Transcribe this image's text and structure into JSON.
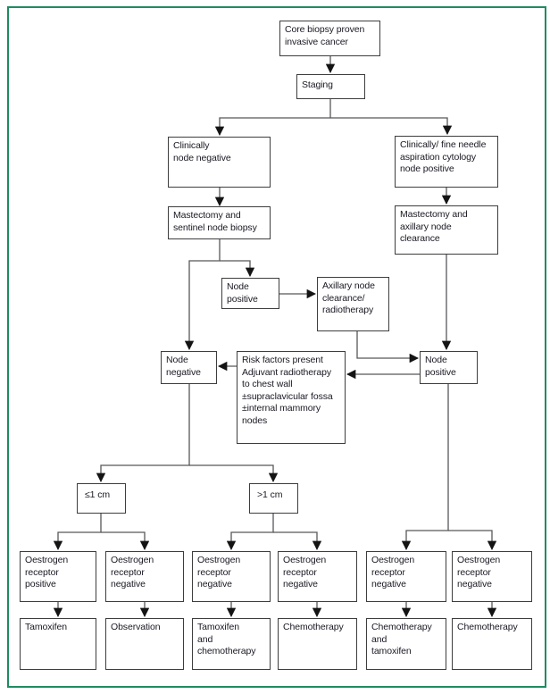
{
  "diagram": {
    "type": "flowchart",
    "description": "Treatment decision tree for core biopsy proven invasive breast cancer",
    "colors": {
      "outer_border": "#1e8c5f",
      "box_border": "#3d3d3d",
      "connector_line": "#57575a",
      "arrowhead": "#141414",
      "text": "#191923",
      "background": "#ffffff"
    },
    "nodes": {
      "core_biopsy": "Core biopsy proven\ninvasive cancer",
      "staging": "Staging",
      "clinically_node_negative": "Clinically\nnode negative",
      "clinically_node_positive": "Clinically/ fine needle\naspiration cytology\nnode positive",
      "mastectomy_sentinel": "Mastectomy and\nsentinel node biopsy",
      "mastectomy_axillary": "Mastectomy and\naxillary node\nclearance",
      "node_positive_mid": "Node\npositive",
      "axillary_clearance": "Axillary node\nclearance/\nradiotherapy",
      "node_negative": "Node\nnegative",
      "risk_factors": "Risk factors present\nAdjuvant radiotherapy\nto chest wall\n±supraclavicular fossa\n±internal mammory\nnodes",
      "node_positive_right": "Node\npositive",
      "le_1cm": "≤1 cm",
      "gt_1cm": ">1 cm",
      "er_1": "Oestrogen\nreceptor\npositive",
      "er_2": "Oestrogen\nreceptor\nnegative",
      "er_3": "Oestrogen\nreceptor\nnegative",
      "er_4": "Oestrogen\nreceptor\nnegative",
      "er_5": "Oestrogen\nreceptor\nnegative",
      "er_6": "Oestrogen\nreceptor\nnegative",
      "tx_1": "Tamoxifen",
      "tx_2": "Observation",
      "tx_3": "Tamoxifen\nand\nchemotherapy",
      "tx_4": "Chemotherapy",
      "tx_5": "Chemotherapy\nand\ntamoxifen",
      "tx_6": "Chemotherapy"
    },
    "edges": [
      {
        "from": "core_biopsy",
        "to": "staging"
      },
      {
        "from": "staging",
        "to": "clinically_node_negative"
      },
      {
        "from": "staging",
        "to": "clinically_node_positive"
      },
      {
        "from": "clinically_node_negative",
        "to": "mastectomy_sentinel"
      },
      {
        "from": "clinically_node_positive",
        "to": "mastectomy_axillary"
      },
      {
        "from": "mastectomy_sentinel",
        "to": "node_negative"
      },
      {
        "from": "mastectomy_sentinel",
        "to": "node_positive_mid"
      },
      {
        "from": "node_positive_mid",
        "to": "axillary_clearance"
      },
      {
        "from": "axillary_clearance",
        "to": "node_positive_right"
      },
      {
        "from": "mastectomy_axillary",
        "to": "node_positive_right"
      },
      {
        "from": "risk_factors",
        "to": "node_negative"
      },
      {
        "from": "node_positive_right",
        "to": "risk_factors"
      },
      {
        "from": "node_negative",
        "to": "le_1cm"
      },
      {
        "from": "node_negative",
        "to": "gt_1cm"
      },
      {
        "from": "le_1cm",
        "to": "er_1"
      },
      {
        "from": "le_1cm",
        "to": "er_2"
      },
      {
        "from": "gt_1cm",
        "to": "er_3"
      },
      {
        "from": "gt_1cm",
        "to": "er_4"
      },
      {
        "from": "node_positive_right",
        "to": "er_5"
      },
      {
        "from": "node_positive_right",
        "to": "er_6"
      },
      {
        "from": "er_1",
        "to": "tx_1"
      },
      {
        "from": "er_2",
        "to": "tx_2"
      },
      {
        "from": "er_3",
        "to": "tx_3"
      },
      {
        "from": "er_4",
        "to": "tx_4"
      },
      {
        "from": "er_5",
        "to": "tx_5"
      },
      {
        "from": "er_6",
        "to": "tx_6"
      }
    ]
  }
}
